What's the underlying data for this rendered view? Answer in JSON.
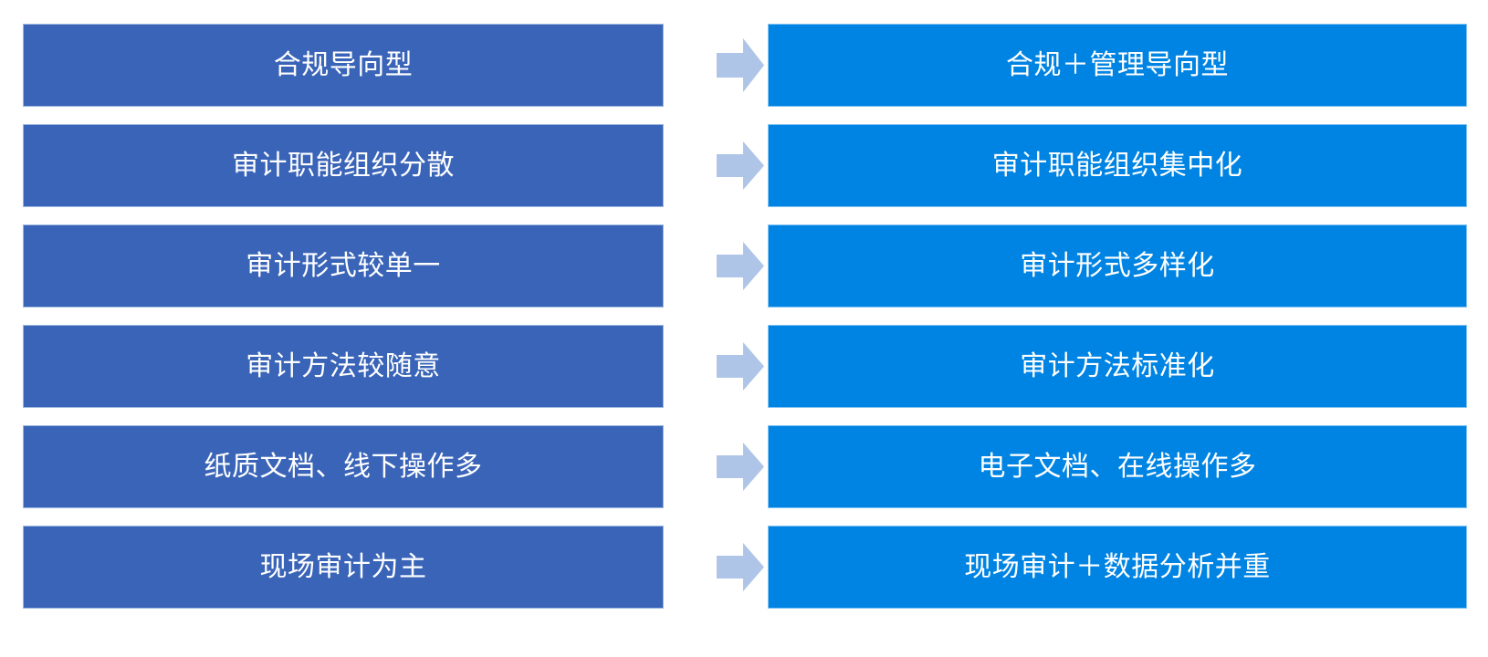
{
  "diagram": {
    "title": "审计转型对比图",
    "type": "before-after-comparison",
    "colors": {
      "left_box_fill": "#3A64B8",
      "left_box_border": "#9CB7E0",
      "right_box_fill": "#0084E3",
      "right_box_border": "#7FC2F1",
      "arrow_fill": "#AEC5E8",
      "text": "#FFFFFF",
      "background": "#FFFFFF"
    },
    "arrow_icon_name": "right-block-arrow-icon",
    "rows": [
      {
        "index": 1,
        "before": "合规导向型",
        "arrow": "→",
        "after": "合规＋管理导向型"
      },
      {
        "index": 2,
        "before": "审计职能组织分散",
        "arrow": "→",
        "after": "审计职能组织集中化"
      },
      {
        "index": 3,
        "before": "审计形式较单一",
        "arrow": "→",
        "after": "审计形式多样化"
      },
      {
        "index": 4,
        "before": "审计方法较随意",
        "arrow": "→",
        "after": "审计方法标准化"
      },
      {
        "index": 5,
        "before": "纸质文档、线下操作多",
        "arrow": "→",
        "after": "电子文档、在线操作多"
      },
      {
        "index": 6,
        "before": "现场审计为主",
        "arrow": "→",
        "after": "现场审计＋数据分析并重"
      }
    ]
  }
}
